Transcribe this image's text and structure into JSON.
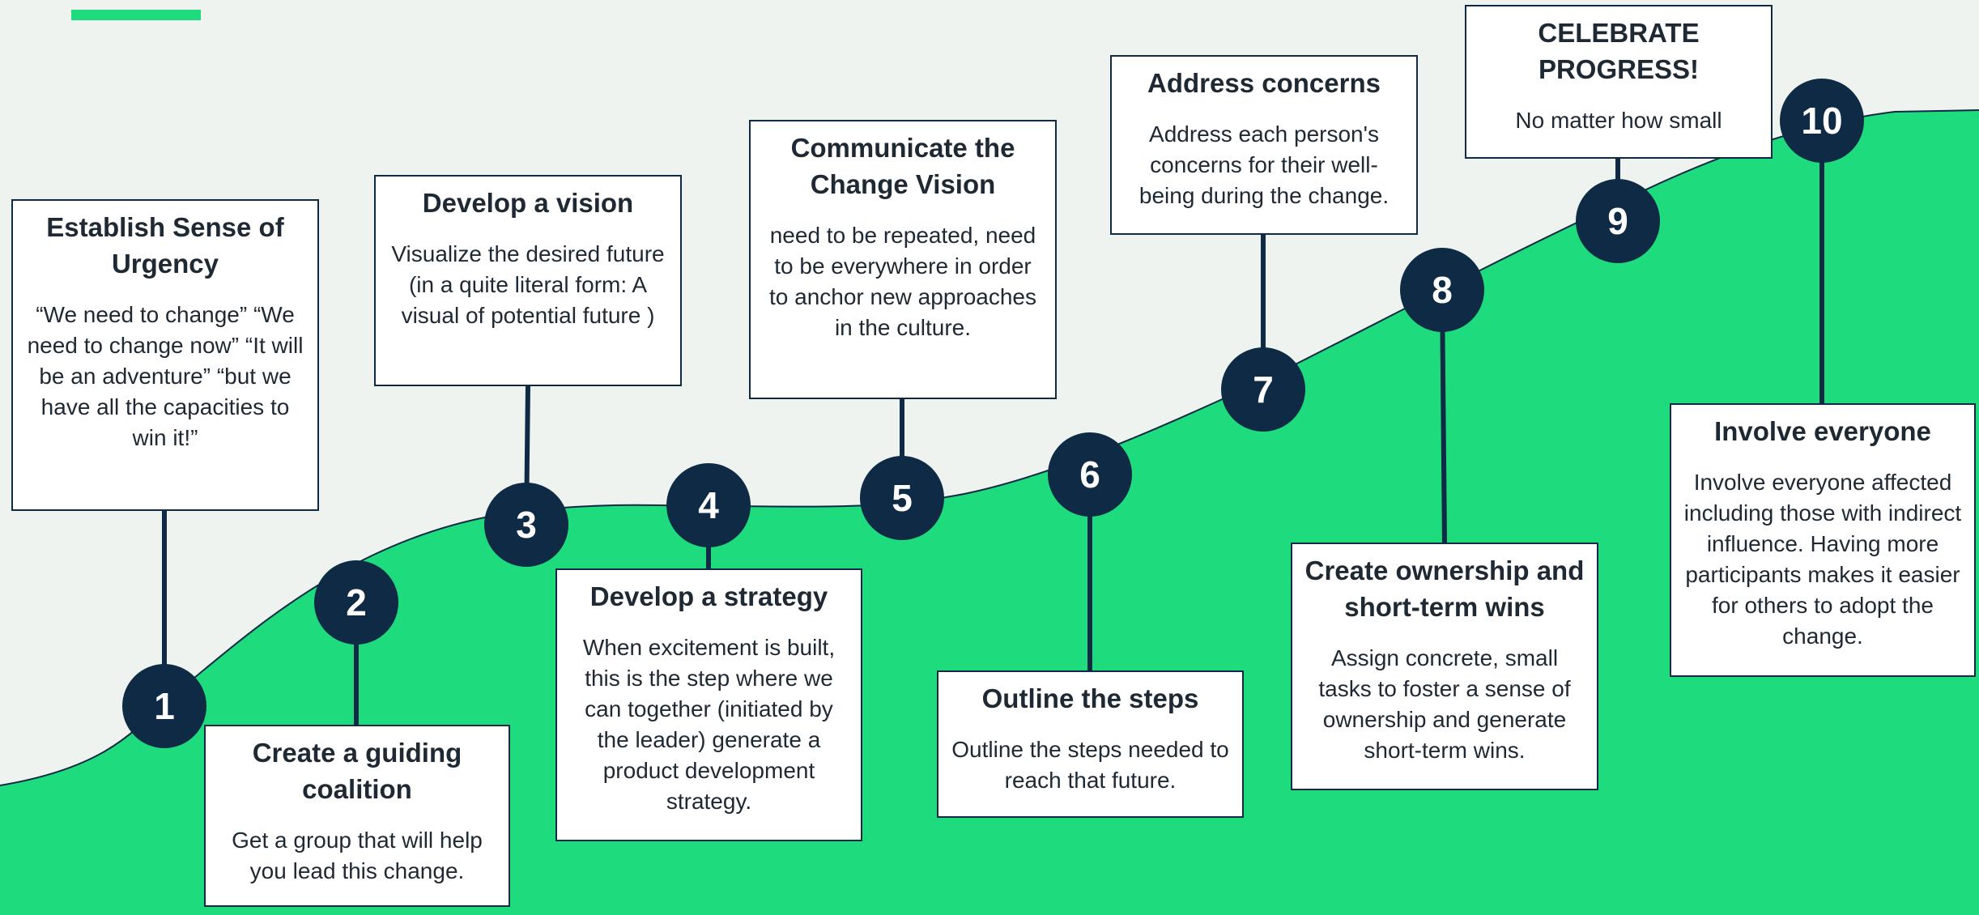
{
  "colors": {
    "background": "#eff3ef",
    "hill": "#1edb7e",
    "node": "#0f2a45",
    "connector": "#0f2a45",
    "card_border": "#0f2a45",
    "text": "#1f2933"
  },
  "steps": [
    {
      "number": "1",
      "title": "Establish Sense of Urgency",
      "text": "“We need to change” “We need to change now” “It will be an adventure” “but we have all the capacities to win it!”"
    },
    {
      "number": "2",
      "title": "Create a guiding coalition",
      "text": "Get a group that will help you lead this change."
    },
    {
      "number": "3",
      "title": "Develop a vision",
      "text": "Visualize the desired future (in a quite literal form: A visual of potential future )"
    },
    {
      "number": "4",
      "title": "Develop  a strategy",
      "text": "When excitement is built, this is the step where we can together (initiated by the leader) generate a product development strategy."
    },
    {
      "number": "5",
      "title": "Communicate the Change Vision",
      "text": "need to be repeated, need to be everywhere in order to anchor new approaches in the culture."
    },
    {
      "number": "6",
      "title": "Outline the steps",
      "text": "Outline the steps needed to reach that future."
    },
    {
      "number": "7",
      "title": "Address concerns",
      "text": "Address each person's concerns for their well-being during the change."
    },
    {
      "number": "8",
      "title": "Create ownership and short-term wins",
      "text": "Assign concrete, small tasks to foster a sense of ownership and generate short-term wins."
    },
    {
      "number": "9",
      "title": "CELEBRATE PROGRESS!",
      "text": "No matter how small"
    },
    {
      "number": "10",
      "title": "Involve everyone",
      "text": "Involve everyone affected including those with indirect influence. Having more participants makes it easier for others to adopt the change."
    }
  ]
}
